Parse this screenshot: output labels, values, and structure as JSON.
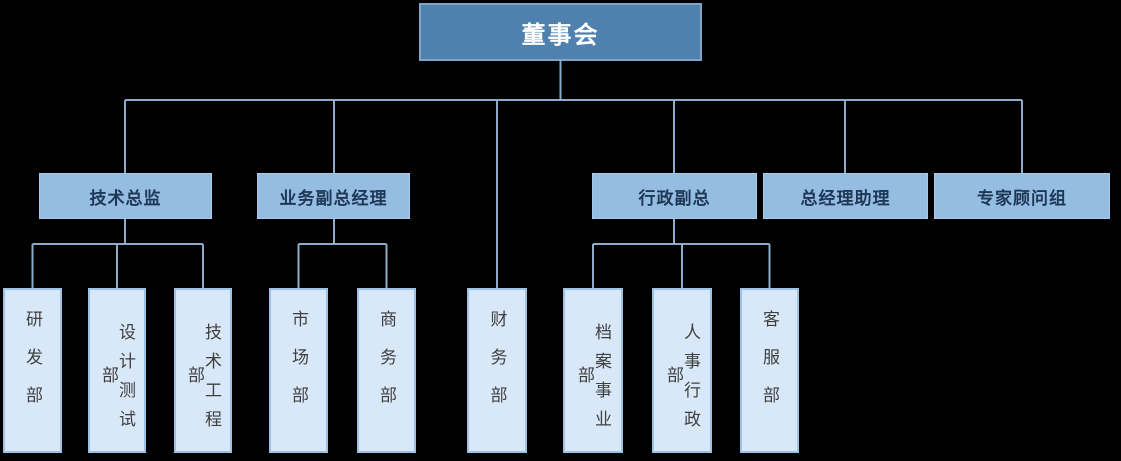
{
  "org_chart": {
    "type": "organization-diagram",
    "root": {
      "label": "董事会"
    },
    "managers": [
      {
        "label": "技术总监",
        "children": [
          {
            "label": "研发部"
          },
          {
            "label": "设计测试部"
          },
          {
            "label": "技术工程部"
          }
        ]
      },
      {
        "label": "业务副总经理",
        "children": [
          {
            "label": "市场部"
          },
          {
            "label": "商务部"
          }
        ]
      },
      {
        "label": "行政副总",
        "children": [
          {
            "label": "档案事业部"
          },
          {
            "label": "人事行政部"
          },
          {
            "label": "客服部"
          }
        ]
      },
      {
        "label": "总经理助理",
        "children": []
      },
      {
        "label": "专家顾问组",
        "children": []
      }
    ],
    "root_departments": [
      {
        "label": "财务部"
      }
    ]
  },
  "colors": {
    "background": "#000000",
    "root_fill": "#4e81ad",
    "root_border": "#7fa5c8",
    "root_text": "#ffffff",
    "manager_fill": "#95bde2",
    "manager_border": "#a9cbe9",
    "manager_text": "#1f3756",
    "department_fill": "#d9e8f8",
    "department_border": "#9cc2e5",
    "department_text": "#3f3f3f",
    "connector": "#8caccc"
  }
}
